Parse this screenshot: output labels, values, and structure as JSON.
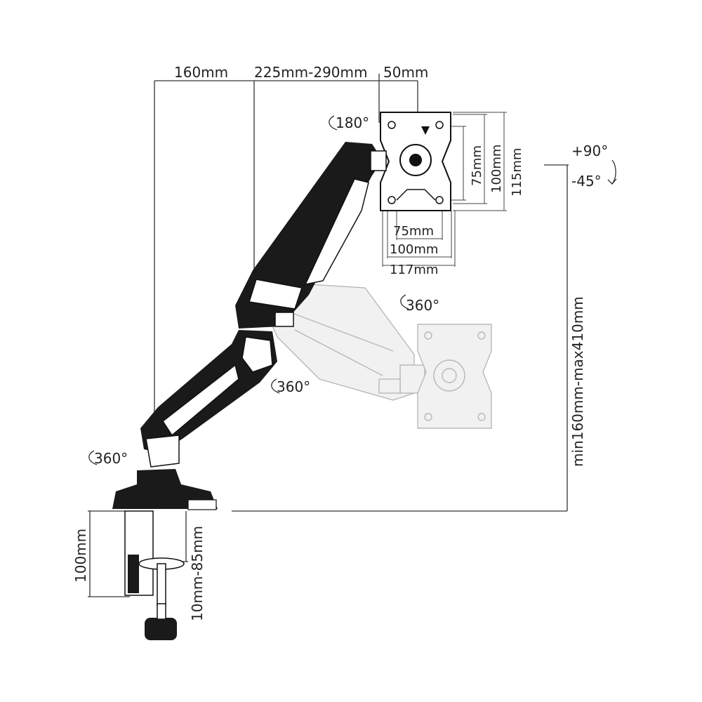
{
  "dimensions": {
    "top_left": "160mm",
    "top_middle": "225mm-290mm",
    "top_right": "50mm",
    "vesa_h_75": "75mm",
    "vesa_h_100": "100mm",
    "vesa_h_117": "117mm",
    "vesa_v_75": "75mm",
    "vesa_v_100": "100mm",
    "vesa_v_115": "115mm",
    "height_range": "min160mm-max410mm",
    "clamp_height": "100mm",
    "clamp_range": "10mm-85mm"
  },
  "rotations": {
    "head": "180°",
    "arm_ghost": "360°",
    "elbow": "360°",
    "base": "360°",
    "tilt_up": "+90°",
    "tilt_down": "-45°"
  },
  "colors": {
    "arm": "#1a1a1a",
    "ghost": "#b8b8b8",
    "line": "#333333"
  }
}
